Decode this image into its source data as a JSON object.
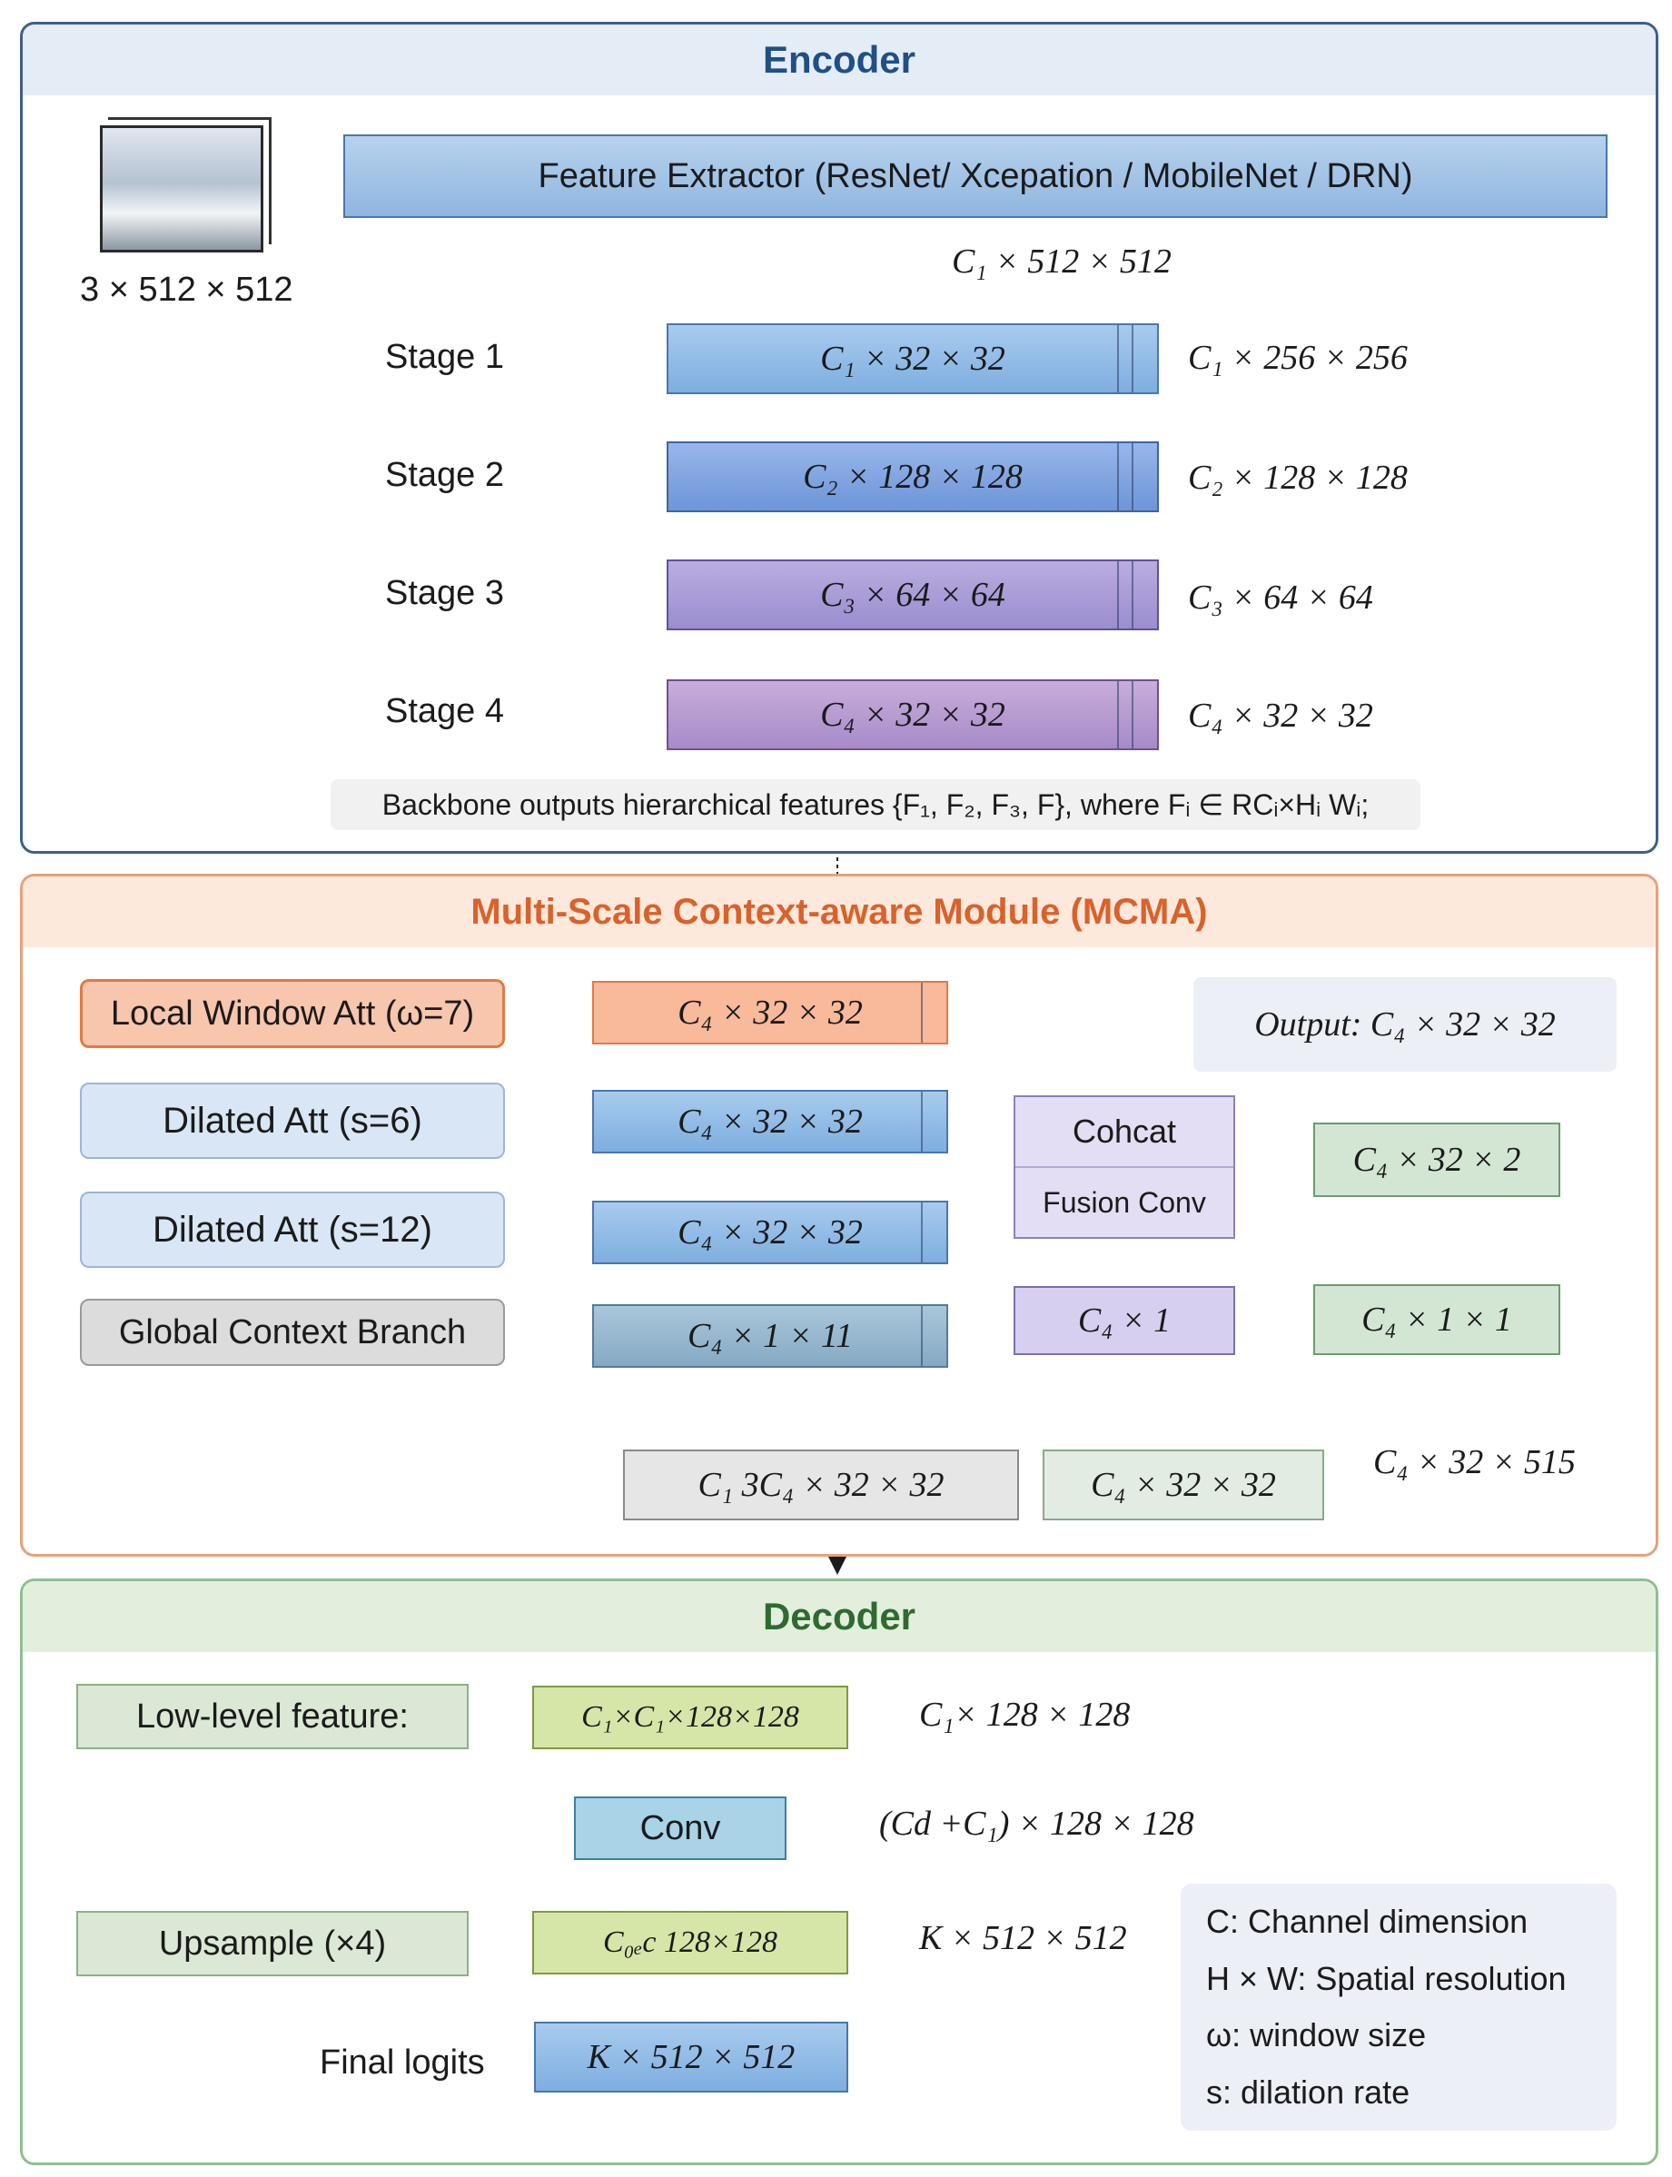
{
  "encoder": {
    "title": "Encoder",
    "input_label": "3 × 512 × 512",
    "feature_extractor": "Feature Extractor (ResNet/ Xcepation / MobileNet / DRN)",
    "fe_out": "C₁ × 512 × 512",
    "stages": [
      {
        "label": "Stage 1",
        "block": "C₁ × 32 × 32",
        "out": "C₁ × 256 × 256"
      },
      {
        "label": "Stage 2",
        "block": "C₂ × 128 × 128",
        "out": "C₂ × 128 × 128"
      },
      {
        "label": "Stage 3",
        "block": "C₃ × 64 × 64",
        "out": "C₃ × 64 × 64"
      },
      {
        "label": "Stage 4",
        "block": "C₄ × 32 × 32",
        "out": "C₄ × 32 × 32"
      }
    ],
    "backbone_note": "Backbone outputs hierarchical features {F₁, F₂, F₃, F}, where Fᵢ ∈ RCᵢ×Hᵢ Wᵢ;"
  },
  "mcma": {
    "title": "Multi-Scale Context-aware Module (MCMA)",
    "branches": [
      "Local Window Att (ω=7)",
      "Dilated Att (s=6)",
      "Dilated Att (s=12)",
      "Global Context Branch"
    ],
    "branch_blocks": [
      "C₄ × 32 × 32",
      "C₄ × 32 × 32",
      "C₄ × 32 × 32",
      "C₄ × 1 × 11"
    ],
    "output": "Output: C₄ × 32 × 32",
    "concat": "Cohcat",
    "fusion": "Fusion Conv",
    "c4x1": "C₄ × 1",
    "right_top": "C₄ × 32 × 2",
    "right_mid": "C₄ × 1 × 1",
    "bottom_left": "C₁  3C₄ × 32 × 32",
    "bottom_right": "C₄ × 32 × 32",
    "side_label": "C₄ × 32 × 515"
  },
  "decoder": {
    "title": "Decoder",
    "low_level": "Low-level feature:",
    "ll_block": "C₁×C₁×128×128",
    "ll_out": "C₁× 128 × 128",
    "conv": "Conv",
    "conv_out": "(Cd +C₁) × 128 × 128",
    "upsample": "Upsample (×4)",
    "up_block": "C₀ₑc 128×128",
    "up_out": "K × 512 × 512",
    "final_label": "Final logits",
    "final_block": "K × 512 × 512",
    "legend": [
      "C:  Channel dimension",
      "H × W:  Spatial resolution",
      "ω:  window size",
      "s:  dilation rate"
    ]
  },
  "colors": {
    "encoder_accent": "#1f4f86",
    "mcma_accent": "#d9622b",
    "decoder_accent": "#2f6b2f",
    "block_blue": "#8fb8e3",
    "block_purple": "#b9a9dc",
    "block_green": "#cfe3c9"
  }
}
